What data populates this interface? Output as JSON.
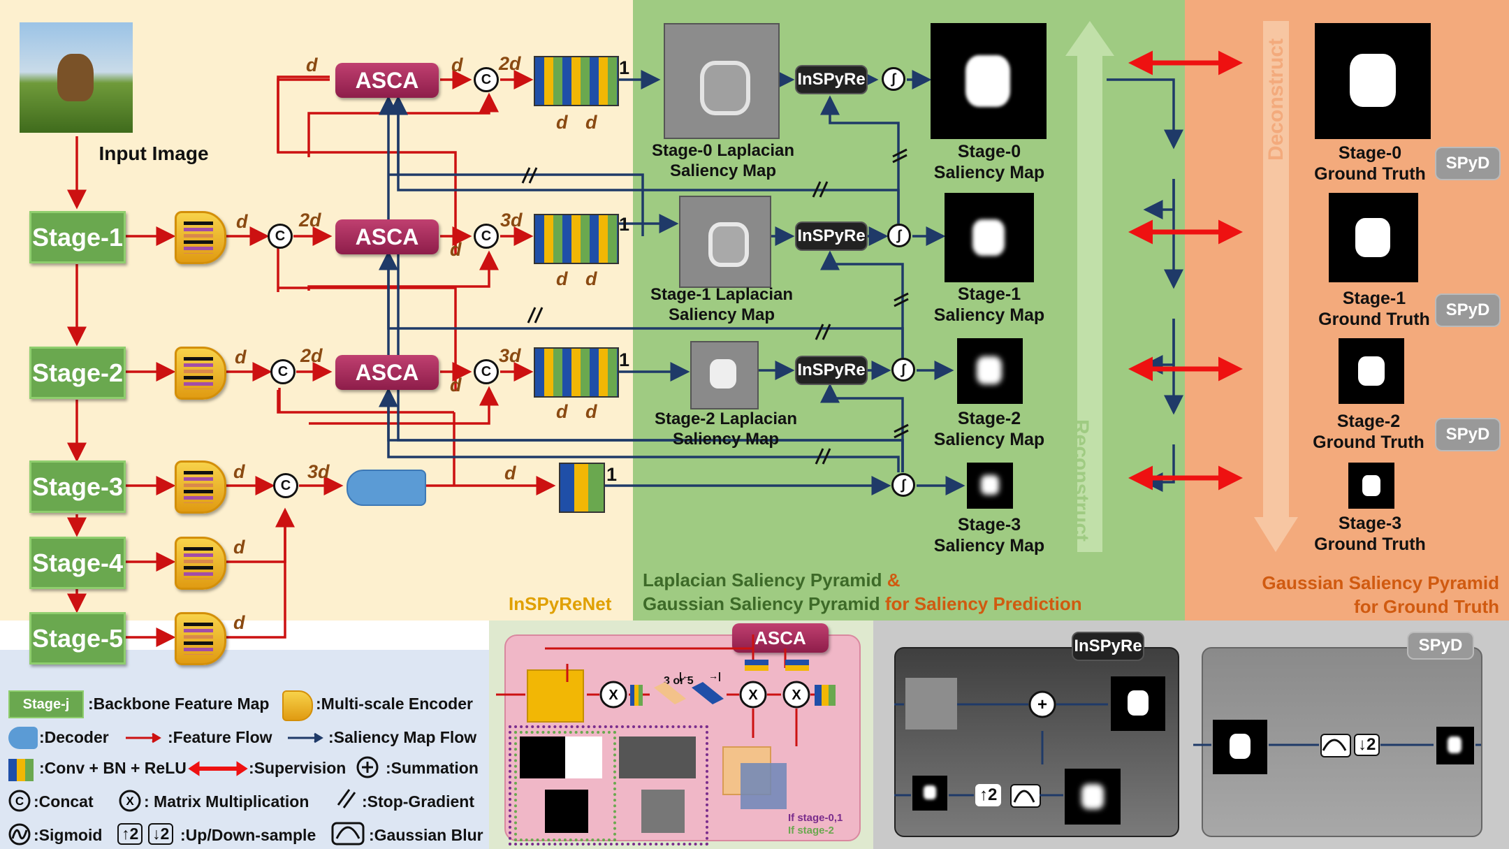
{
  "input_image_label": "Input Image",
  "stages": [
    "Stage-1",
    "Stage-2",
    "Stage-3",
    "Stage-4",
    "Stage-5"
  ],
  "asca_label": "ASCA",
  "inspyre_label": "InSPyRe",
  "spyd_label": "SPyD",
  "decoder_label": "",
  "concat_symbol": "C",
  "channels": {
    "d": "d",
    "two_d": "2d",
    "three_d": "3d",
    "one": "1"
  },
  "laplacian_maps": [
    {
      "line1": "Stage-0 Laplacian",
      "line2": "Saliency Map"
    },
    {
      "line1": "Stage-1 Laplacian",
      "line2": "Saliency Map"
    },
    {
      "line1": "Stage-2 Laplacian",
      "line2": "Saliency Map"
    }
  ],
  "saliency_maps": [
    {
      "line1": "Stage-0",
      "line2": "Saliency Map"
    },
    {
      "line1": "Stage-1",
      "line2": "Saliency Map"
    },
    {
      "line1": "Stage-2",
      "line2": "Saliency Map"
    },
    {
      "line1": "Stage-3",
      "line2": "Saliency Map"
    }
  ],
  "ground_truths": [
    {
      "line1": "Stage-0",
      "line2": "Ground Truth"
    },
    {
      "line1": "Stage-1",
      "line2": "Ground Truth"
    },
    {
      "line1": "Stage-2",
      "line2": "Ground Truth"
    },
    {
      "line1": "Stage-3",
      "line2": "Ground Truth"
    }
  ],
  "reconstruct_label": "Reconstruct",
  "deconstruct_label": "Deconstruct",
  "panels": {
    "inspyrenet": "InSPyReNet",
    "laplacian_line1a": "Laplacian Saliency Pyramid",
    "laplacian_line1b": " &",
    "laplacian_line2a": "Gaussian Saliency Pyramid",
    "laplacian_line2b": " for Saliency Prediction",
    "gaussian_line1": "Gaussian Saliency Pyramid",
    "gaussian_line2": "for Ground Truth"
  },
  "legend": {
    "stage_sample": "Stage-j",
    "backbone": ":Backbone Feature Map",
    "encoder": ":Multi-scale Encoder",
    "decoder": ":Decoder",
    "feature_flow": ":Feature Flow",
    "saliency_flow": ":Saliency Map Flow",
    "conv": ":Conv + BN + ReLU",
    "supervision": ":Supervision",
    "summation": ":Summation",
    "concat": ":Concat",
    "matmul": ": Matrix Multiplication",
    "stop_gradient": ":Stop-Gradient",
    "sigmoid": ":Sigmoid",
    "updown": ":Up/Down-sample",
    "up_symbol": "↑2",
    "down_symbol": "↓2",
    "gaussian_blur": ":Gaussian Blur"
  },
  "detail": {
    "asca_title": "ASCA",
    "kernel_label": "3 or 5",
    "if_stage01": "If stage-0,1",
    "if_stage2": "If stage-2",
    "inspyre_title": "InSPyRe",
    "spyd_title": "SPyD",
    "matmul_symbol": "X",
    "sum_symbol": "+"
  },
  "colors": {
    "left_bg": "#fdf0cf",
    "mid_bg": "#9fcb82",
    "right_bg": "#f3aa7c",
    "legend_bg": "#dde6f3",
    "feature_flow": "#cc1111",
    "saliency_flow": "#1f3a68",
    "supervision": "#ee1111",
    "stage_green": "#6aa84f",
    "asca": "#a3275a",
    "decoder": "#5b9bd5",
    "inspyrenet_text": "#e0a000",
    "mid_text": "#3d6a28",
    "right_text": "#d05a10"
  }
}
